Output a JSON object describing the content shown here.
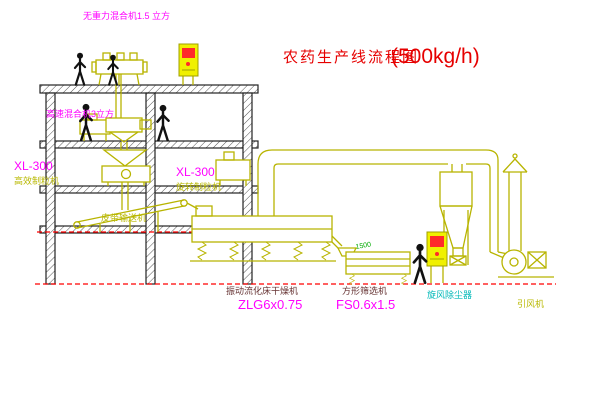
{
  "title": {
    "main": "农药生产线流程图",
    "capacity": "(500kg/h)"
  },
  "equipment_labels": {
    "gravity_mixer": "无重力混合机1.5 立方",
    "high_speed_mixer": "高速混合机3立方",
    "granulator_left_model": "XL-300",
    "granulator_left_name": "高效制粒机",
    "granulator_mid_model": "XL-300",
    "granulator_mid_name": "旋转制粒机",
    "belt_conveyor": "皮带输送机",
    "dryer_name": "振动流化床干燥机",
    "dryer_model": "ZLG6x0.75",
    "sieve_name": "方形筛选机",
    "sieve_model": "FS0.6x1.5",
    "cyclone": "旋风除尘器",
    "fan": "引风机",
    "sieve_dimension": "1500"
  },
  "colors": {
    "title_red": "#e60000",
    "label_magenta": "#ff00ff",
    "label_yellow": "#b8b800",
    "label_cyan": "#00b8b8",
    "label_dark": "#663333",
    "dimension_green": "#00aa00",
    "equipment_yellow": "#b8b400",
    "structure_black": "#222222",
    "ground_line_red": "#ff0000",
    "background": "#ffffff"
  }
}
